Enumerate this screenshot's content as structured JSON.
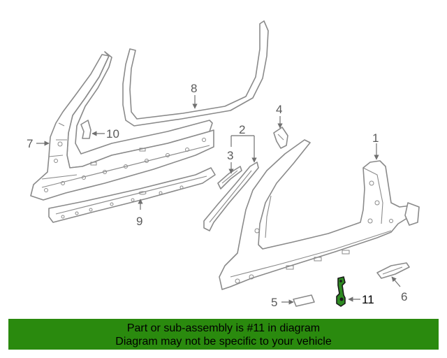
{
  "callouts": {
    "c1": "1",
    "c2": "2",
    "c3": "3",
    "c4": "4",
    "c5": "5",
    "c6": "6",
    "c7": "7",
    "c8": "8",
    "c9": "9",
    "c10": "10",
    "c11": "11"
  },
  "banner": {
    "line1": "Part or sub-assembly is #11 in diagram",
    "line2": "Diagram may not be specific to your vehicle"
  },
  "colors": {
    "banner_bg": "#2a8a0e",
    "highlight_part": "#2e8b22",
    "line_art": "#8a8a8a"
  }
}
